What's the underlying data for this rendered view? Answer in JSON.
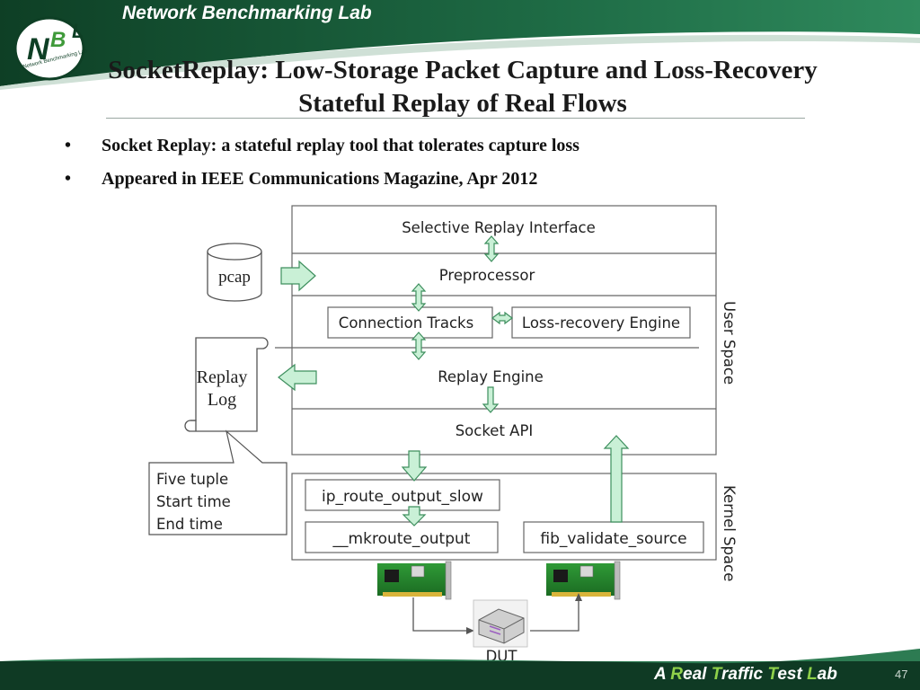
{
  "header": {
    "lab_name": "Network Benchmarking Lab",
    "logo_text": "Network Benchmarking Lab"
  },
  "slide": {
    "title": "SocketReplay: Low-Storage Packet Capture and Loss-Recovery Stateful Replay of Real Flows",
    "bullets": [
      "Socket Replay: a stateful replay tool that tolerates capture loss",
      "Appeared in IEEE Communications Magazine, Apr 2012"
    ]
  },
  "diagram": {
    "selective_replay_interface": "Selective Replay Interface",
    "preprocessor": "Preprocessor",
    "connection_tracks": "Connection Tracks",
    "loss_recovery_engine": "Loss-recovery Engine",
    "replay_engine": "Replay Engine",
    "socket_api": "Socket API",
    "ip_route_output_slow": "ip_route_output_slow",
    "mkroute_output": "__mkroute_output",
    "fib_validate_source": "fib_validate_source",
    "user_space": "User Space",
    "kernel_space": "Kernel Space",
    "pcap": "pcap",
    "replay_log_line1": "Replay",
    "replay_log_line2": "Log",
    "callout_lines": [
      "Five tuple",
      "Start time",
      "End time"
    ],
    "dut": "DUT"
  },
  "footer": {
    "tagline_parts": [
      "A ",
      "R",
      "eal ",
      "T",
      "raffic ",
      "T",
      "est ",
      "L",
      "ab"
    ],
    "page_number": "47"
  },
  "colors": {
    "header_green": "#1c5a3a",
    "header_light": "#e9efec",
    "arrow_fill": "#c9f0d6",
    "arrow_stroke": "#3e8f5e",
    "footer_dark": "#0f3a24",
    "footer_accent": "#8fd14a"
  }
}
